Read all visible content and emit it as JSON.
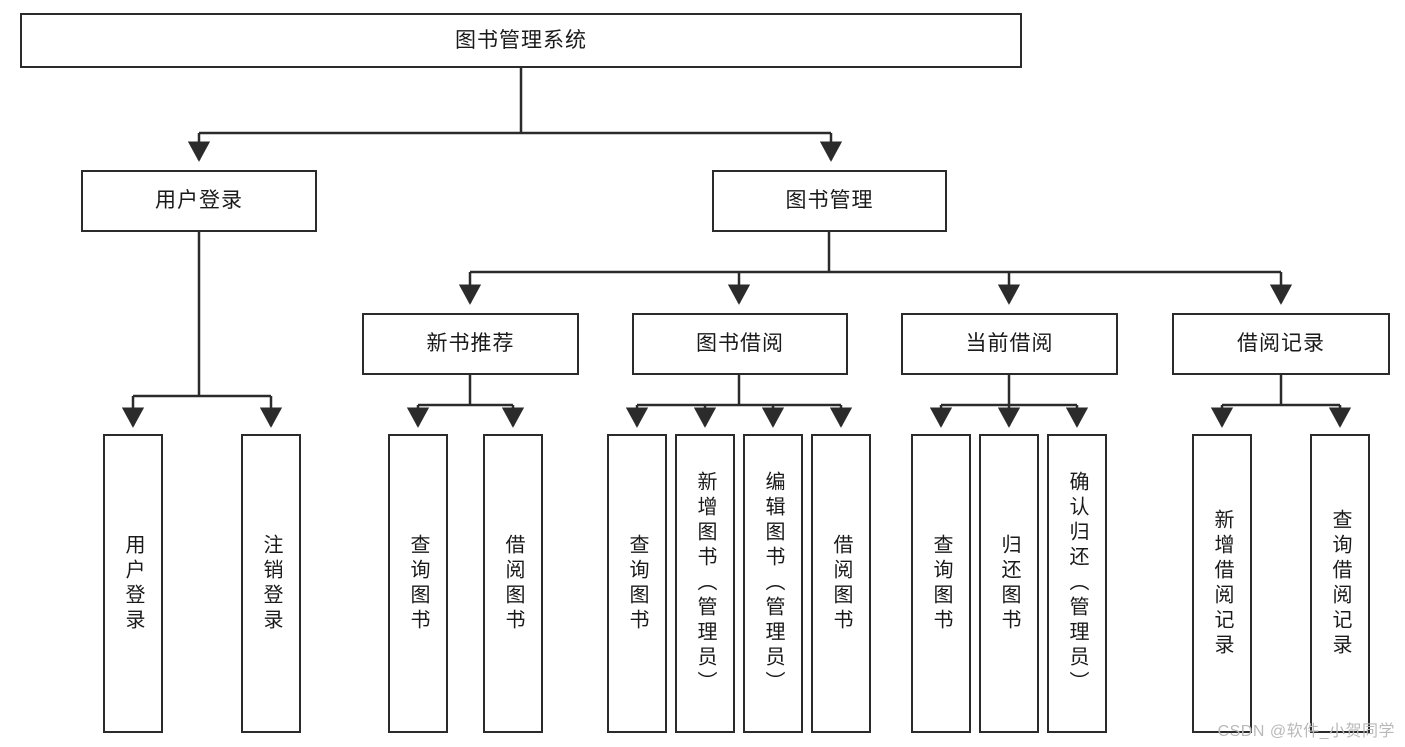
{
  "diagram": {
    "type": "tree",
    "title": "图书管理系统",
    "watermark": "CSDN @软件_小贺同学",
    "colors": {
      "box_border": "#2b2b2b",
      "box_fill": "#ffffff",
      "connector": "#2b2b2b",
      "text": "#1a1a1a",
      "watermark": "#b9b9b9",
      "background": "#ffffff"
    },
    "nodes": {
      "root": {
        "label": "图书管理系统",
        "level": 1
      },
      "l2": [
        {
          "id": "user-login",
          "label": "用户登录"
        },
        {
          "id": "book-manage",
          "label": "图书管理"
        }
      ],
      "l3": [
        {
          "id": "new-book-rec",
          "label": "新书推荐"
        },
        {
          "id": "book-borrow",
          "label": "图书借阅"
        },
        {
          "id": "current-borrow",
          "label": "当前借阅"
        },
        {
          "id": "borrow-record",
          "label": "借阅记录"
        }
      ],
      "leaves": {
        "user-login": [
          {
            "id": "leaf-user-login",
            "label": "用户登录"
          },
          {
            "id": "leaf-logout-login",
            "label": "注销登录"
          }
        ],
        "new-book-rec": [
          {
            "id": "leaf-query-book-1",
            "label": "查询图书"
          },
          {
            "id": "leaf-borrow-book-1",
            "label": "借阅图书"
          }
        ],
        "book-borrow": [
          {
            "id": "leaf-query-book-2",
            "label": "查询图书"
          },
          {
            "id": "leaf-add-book",
            "label": "新增图书（管理员）"
          },
          {
            "id": "leaf-edit-book",
            "label": "编辑图书（管理员）"
          },
          {
            "id": "leaf-borrow-book-2",
            "label": "借阅图书"
          }
        ],
        "current-borrow": [
          {
            "id": "leaf-query-book-3",
            "label": "查询图书"
          },
          {
            "id": "leaf-return-book",
            "label": "归还图书"
          },
          {
            "id": "leaf-confirm-return",
            "label": "确认归还（管理员）"
          }
        ],
        "borrow-record": [
          {
            "id": "leaf-add-record",
            "label": "新增借阅记录"
          },
          {
            "id": "leaf-query-record",
            "label": "查询借阅记录"
          }
        ]
      }
    },
    "edges": [
      {
        "from": "root",
        "to": "user-login"
      },
      {
        "from": "root",
        "to": "book-manage"
      },
      {
        "from": "book-manage",
        "to": "new-book-rec"
      },
      {
        "from": "book-manage",
        "to": "book-borrow"
      },
      {
        "from": "book-manage",
        "to": "current-borrow"
      },
      {
        "from": "book-manage",
        "to": "borrow-record"
      },
      {
        "from": "user-login",
        "to": "leaf-user-login"
      },
      {
        "from": "user-login",
        "to": "leaf-logout-login"
      },
      {
        "from": "new-book-rec",
        "to": "leaf-query-book-1"
      },
      {
        "from": "new-book-rec",
        "to": "leaf-borrow-book-1"
      },
      {
        "from": "book-borrow",
        "to": "leaf-query-book-2"
      },
      {
        "from": "book-borrow",
        "to": "leaf-add-book"
      },
      {
        "from": "book-borrow",
        "to": "leaf-edit-book"
      },
      {
        "from": "book-borrow",
        "to": "leaf-borrow-book-2"
      },
      {
        "from": "current-borrow",
        "to": "leaf-query-book-3"
      },
      {
        "from": "current-borrow",
        "to": "leaf-return-book"
      },
      {
        "from": "current-borrow",
        "to": "leaf-confirm-return"
      },
      {
        "from": "borrow-record",
        "to": "leaf-add-record"
      },
      {
        "from": "borrow-record",
        "to": "leaf-query-record"
      }
    ]
  }
}
